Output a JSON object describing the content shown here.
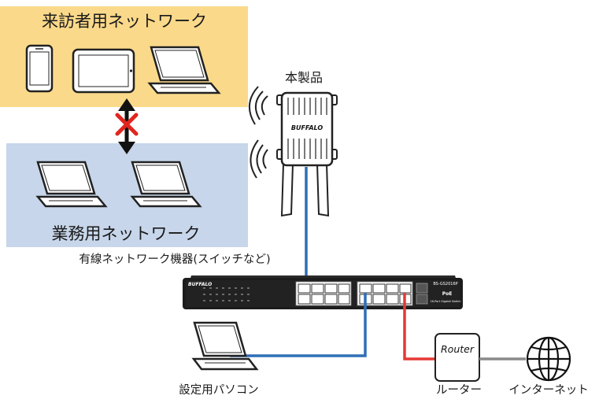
{
  "guest_network": {
    "title": "来訪者用ネットワーク",
    "fill": "#fad98a",
    "devices": [
      "smartphone-icon",
      "tablet-icon",
      "laptop-icon"
    ]
  },
  "business_network": {
    "title": "業務用ネットワーク",
    "fill": "#c7d6ea",
    "devices": [
      "laptop-icon",
      "laptop-icon"
    ]
  },
  "blocked_marker": {
    "symbol": "✕",
    "color": "#e0261f"
  },
  "access_point": {
    "label": "本製品",
    "brand": "BUFFALO"
  },
  "switch": {
    "caption": "有線ネットワーク機器(スイッチなど)",
    "brand": "BUFFALO",
    "model": "BS-GS2016P",
    "poe": "PoE",
    "subtitle": "16-Port Gigabit Switch"
  },
  "setup_pc": {
    "label": "設定用パソコン"
  },
  "router": {
    "box_text": "Router",
    "label": "ルーター"
  },
  "internet": {
    "label": "インターネット"
  },
  "cables": {
    "lan": "#2f6fb7",
    "wan": "#e53935",
    "internet": "#8a8a8a"
  }
}
